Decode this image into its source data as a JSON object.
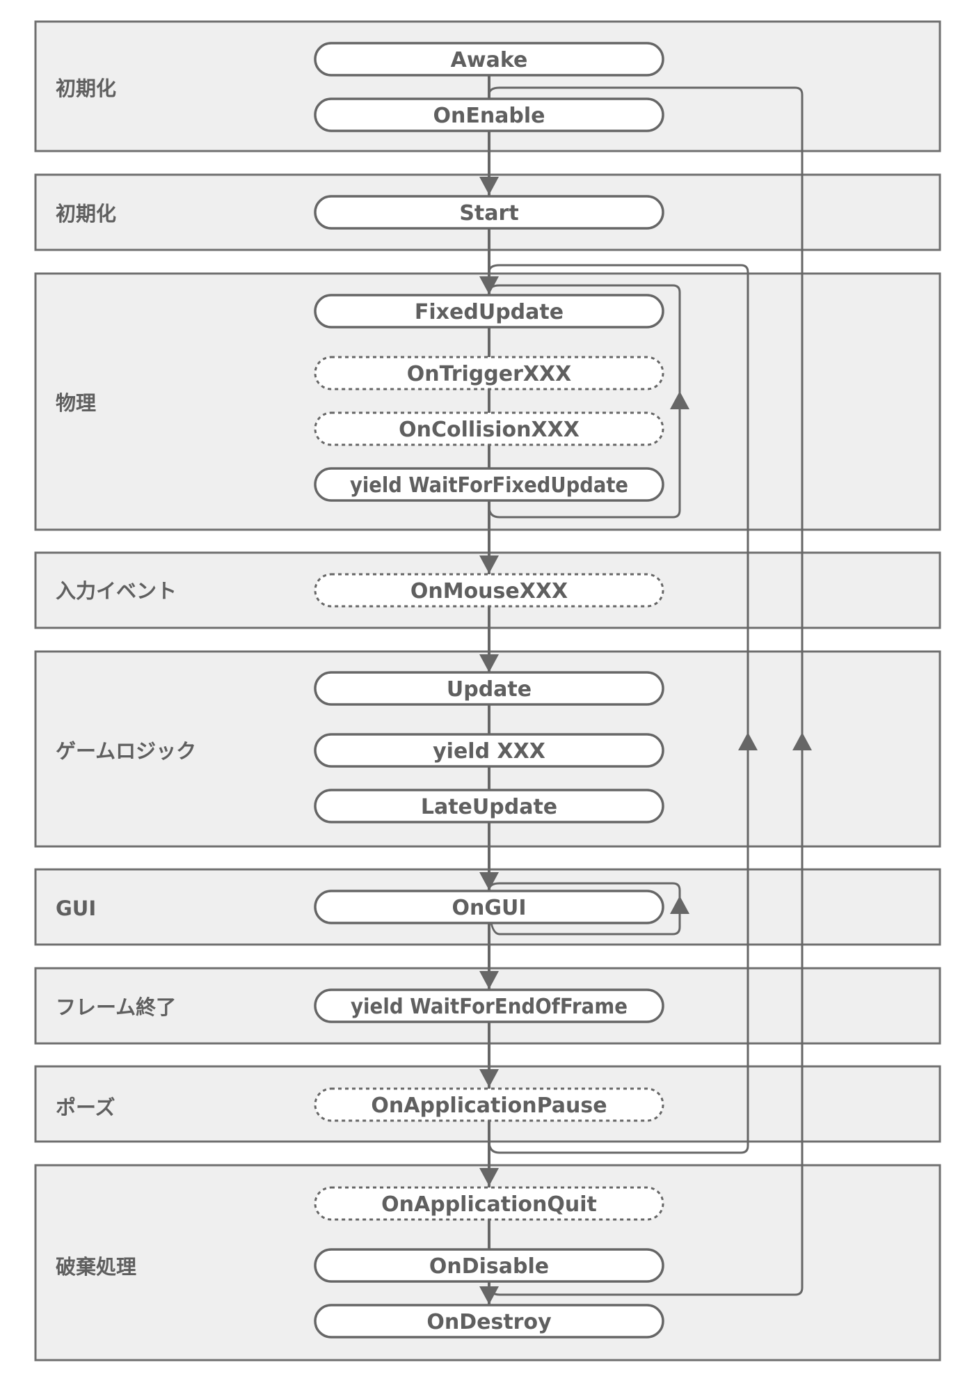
{
  "phases": [
    {
      "id": "init1",
      "label": "初期化"
    },
    {
      "id": "init2",
      "label": "初期化"
    },
    {
      "id": "physics",
      "label": "物理"
    },
    {
      "id": "input",
      "label": "入力イベント"
    },
    {
      "id": "gamelogic",
      "label": "ゲームロジック"
    },
    {
      "id": "gui",
      "label": "GUI"
    },
    {
      "id": "frameend",
      "label": "フレーム終了"
    },
    {
      "id": "pause",
      "label": "ポーズ"
    },
    {
      "id": "teardown",
      "label": "破棄処理"
    }
  ],
  "nodes": [
    {
      "id": "awake",
      "label": "Awake",
      "optional": false
    },
    {
      "id": "onenable",
      "label": "OnEnable",
      "optional": false
    },
    {
      "id": "start",
      "label": "Start",
      "optional": false
    },
    {
      "id": "fixedupdate",
      "label": "FixedUpdate",
      "optional": false
    },
    {
      "id": "ontrigger",
      "label": "OnTriggerXXX",
      "optional": true
    },
    {
      "id": "oncollision",
      "label": "OnCollisionXXX",
      "optional": true
    },
    {
      "id": "yieldfixed",
      "label": "yield WaitForFixedUpdate",
      "optional": false
    },
    {
      "id": "onmouse",
      "label": "OnMouseXXX",
      "optional": true
    },
    {
      "id": "update",
      "label": "Update",
      "optional": false
    },
    {
      "id": "yieldxxx",
      "label": "yield XXX",
      "optional": false
    },
    {
      "id": "lateupdate",
      "label": "LateUpdate",
      "optional": false
    },
    {
      "id": "ongui",
      "label": "OnGUI",
      "optional": false
    },
    {
      "id": "yieldendframe",
      "label": "yield WaitForEndOfFrame",
      "optional": false
    },
    {
      "id": "onpause",
      "label": "OnApplicationPause",
      "optional": true
    },
    {
      "id": "onquit",
      "label": "OnApplicationQuit",
      "optional": true
    },
    {
      "id": "ondisable",
      "label": "OnDisable",
      "optional": false
    },
    {
      "id": "ondestroy",
      "label": "OnDestroy",
      "optional": false
    }
  ],
  "colors": {
    "phase_fill": "#efefef",
    "border": "#666666",
    "text": "#5f5f5f"
  }
}
